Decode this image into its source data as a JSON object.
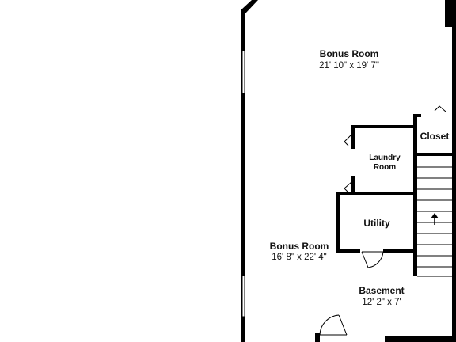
{
  "floor_plan": {
    "rooms": [
      {
        "id": "bonus-room-1",
        "name": "Bonus Room",
        "dimensions": "21' 10\" x 19' 7\""
      },
      {
        "id": "closet",
        "name": "Closet"
      },
      {
        "id": "laundry",
        "name_line1": "Laundry",
        "name_line2": "Room"
      },
      {
        "id": "utility",
        "name": "Utility"
      },
      {
        "id": "bonus-room-2",
        "name": "Bonus Room",
        "dimensions": "16' 8\" x 22' 4\""
      },
      {
        "id": "basement",
        "name": "Basement",
        "dimensions": "12' 2\" x 7'"
      }
    ],
    "stairs": {
      "direction": "up",
      "icon": "arrow-up-icon"
    },
    "colors": {
      "wall": "#000000",
      "window": "#ffffff",
      "background": "#ffffff"
    }
  }
}
